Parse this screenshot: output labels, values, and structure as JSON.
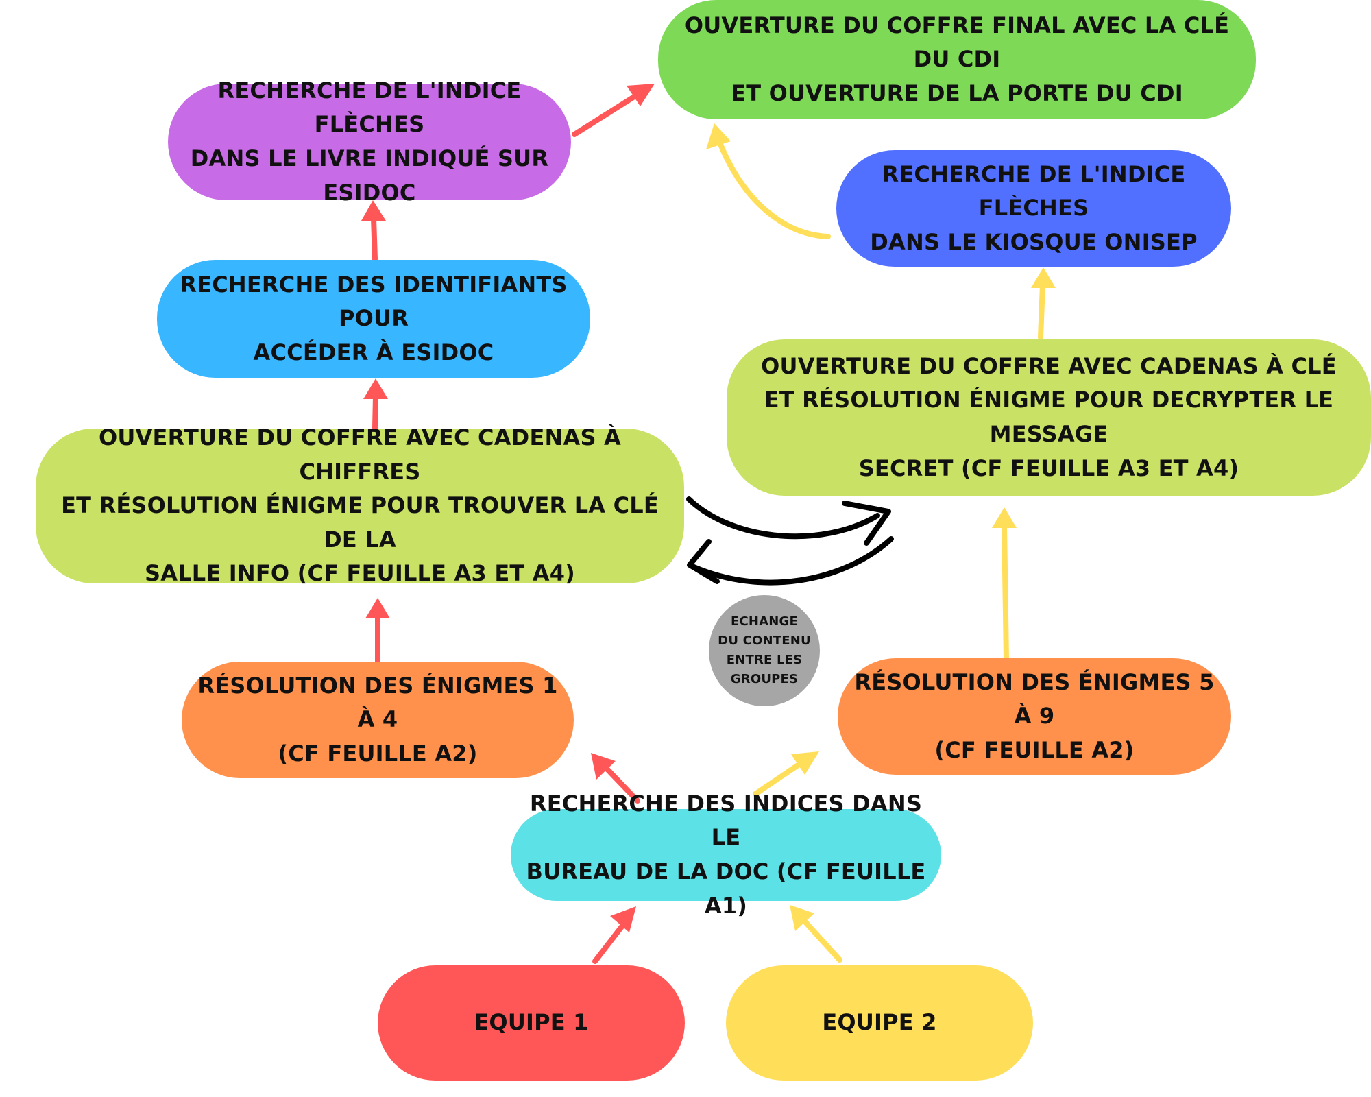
{
  "colors": {
    "green": "#7ED957",
    "purple": "#C86BE6",
    "blue_dark": "#5170FF",
    "blue_light": "#38B6FF",
    "lime": "#C9E265",
    "orange": "#FF914D",
    "cyan": "#5CE1E6",
    "red": "#FF5757",
    "yellow": "#FFDE59",
    "grey": "#A6A6A6",
    "arrow_red": "#FF5757",
    "arrow_yellow": "#FFDE59",
    "arrow_black": "#000000"
  },
  "nodes": {
    "final": "OUVERTURE DU COFFRE FINAL AVEC LA CLÉ DU CDI\nET OUVERTURE DE LA PORTE DU CDI",
    "indice_esidoc": "RECHERCHE DE L'INDICE FLÈCHES\nDANS LE LIVRE INDIQUÉ SUR ESIDOC",
    "indice_onisep": "RECHERCHE DE L'INDICE FLÈCHES\nDANS LE KIOSQUE ONISEP",
    "identifiants": "RECHERCHE DES IDENTIFIANTS POUR\nACCÉDER À ESIDOC",
    "coffre_cle": "OUVERTURE DU COFFRE AVEC CADENAS À CLÉ\nET RÉSOLUTION ÉNIGME POUR DECRYPTER LE MESSAGE\nSECRET (CF FEUILLE A3 ET A4)",
    "coffre_chiffres": "OUVERTURE DU COFFRE AVEC CADENAS À CHIFFRES\nET RÉSOLUTION ÉNIGME POUR TROUVER LA CLÉ DE LA\nSALLE INFO (CF FEUILLE A3 ET A4)",
    "echange": "ECHANGE\nDU CONTENU\nENTRE LES\nGROUPES",
    "enigmes_1_4": "RÉSOLUTION DES ÉNIGMES 1 À 4\n(CF FEUILLE A2)",
    "enigmes_5_9": "RÉSOLUTION DES ÉNIGMES 5 À 9\n(CF FEUILLE A2)",
    "indices_bureau": "RECHERCHE DES INDICES DANS LE\nBUREAU DE LA DOC (CF FEUILLE A1)",
    "equipe_1": "EQUIPE 1",
    "equipe_2": "EQUIPE 2"
  }
}
